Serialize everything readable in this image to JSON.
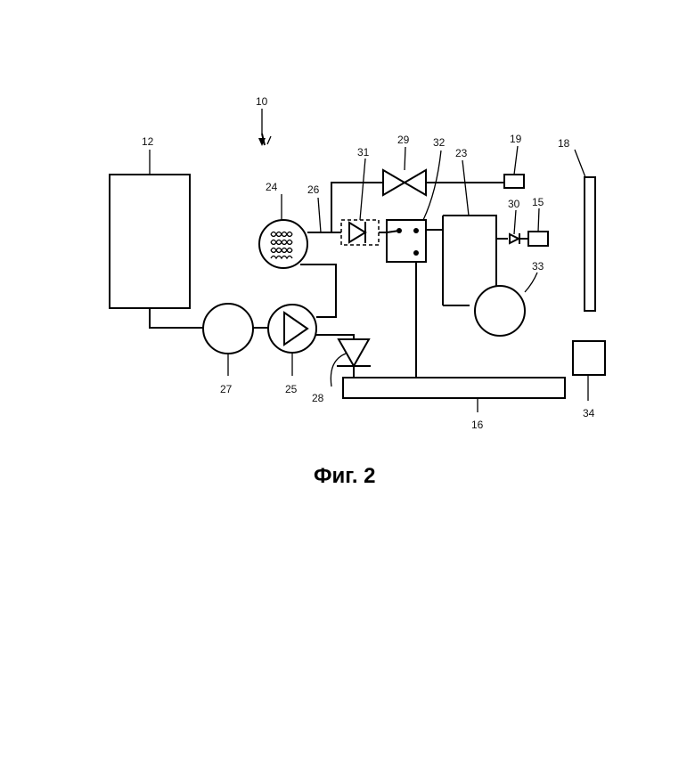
{
  "caption": "Фиг. 2",
  "labels": {
    "l10": "10",
    "l12": "12",
    "l15": "15",
    "l16": "16",
    "l18": "18",
    "l19": "19",
    "l23": "23",
    "l24": "24",
    "l25": "25",
    "l26": "26",
    "l27": "27",
    "l28": "28",
    "l29": "29",
    "l30": "30",
    "l31": "31",
    "l32": "32",
    "l33": "33",
    "l34": "34"
  }
}
